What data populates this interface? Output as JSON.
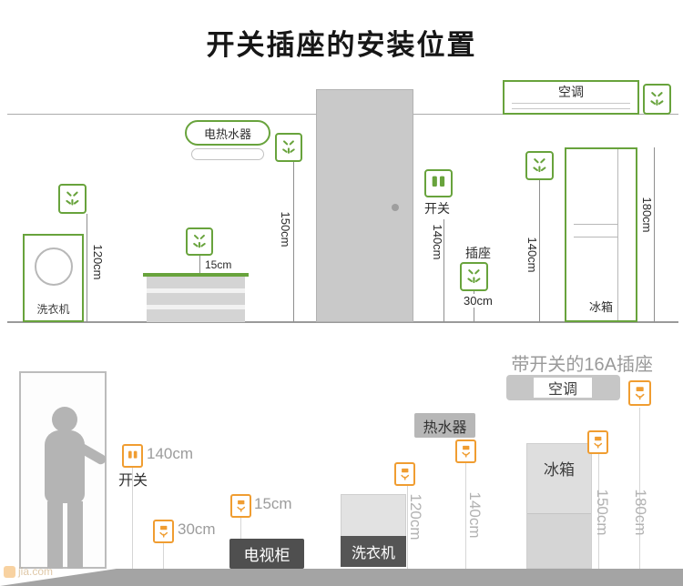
{
  "title": "开关插座的安装位置",
  "top": {
    "aircon_label": "空调",
    "heater_label": "电热水器",
    "washer_label": "洗衣机",
    "fridge_label": "冰箱",
    "switch_label": "开关",
    "socket_label": "插座",
    "dims": {
      "washer_socket": "120cm",
      "cabinet_socket": "15cm",
      "heater_socket": "150cm",
      "switch": "140cm",
      "low_socket": "30cm",
      "fridge_socket": "140cm",
      "fridge_top": "180cm"
    }
  },
  "bottom": {
    "subtitle": "带开关的16A插座",
    "aircon_label": "空调",
    "heater_label": "热水器",
    "switch_label": "开关",
    "tv_label": "电视柜",
    "washer_label": "洗衣机",
    "fridge_label": "冰箱",
    "dims": {
      "switch": "140cm",
      "tv_low": "30cm",
      "tv_top": "15cm",
      "washer": "120cm",
      "heater": "140cm",
      "fridge": "150cm",
      "aircon": "180cm"
    }
  },
  "watermark": "jia.com",
  "colors": {
    "green": "#68a33c",
    "orange": "#f09d31"
  }
}
